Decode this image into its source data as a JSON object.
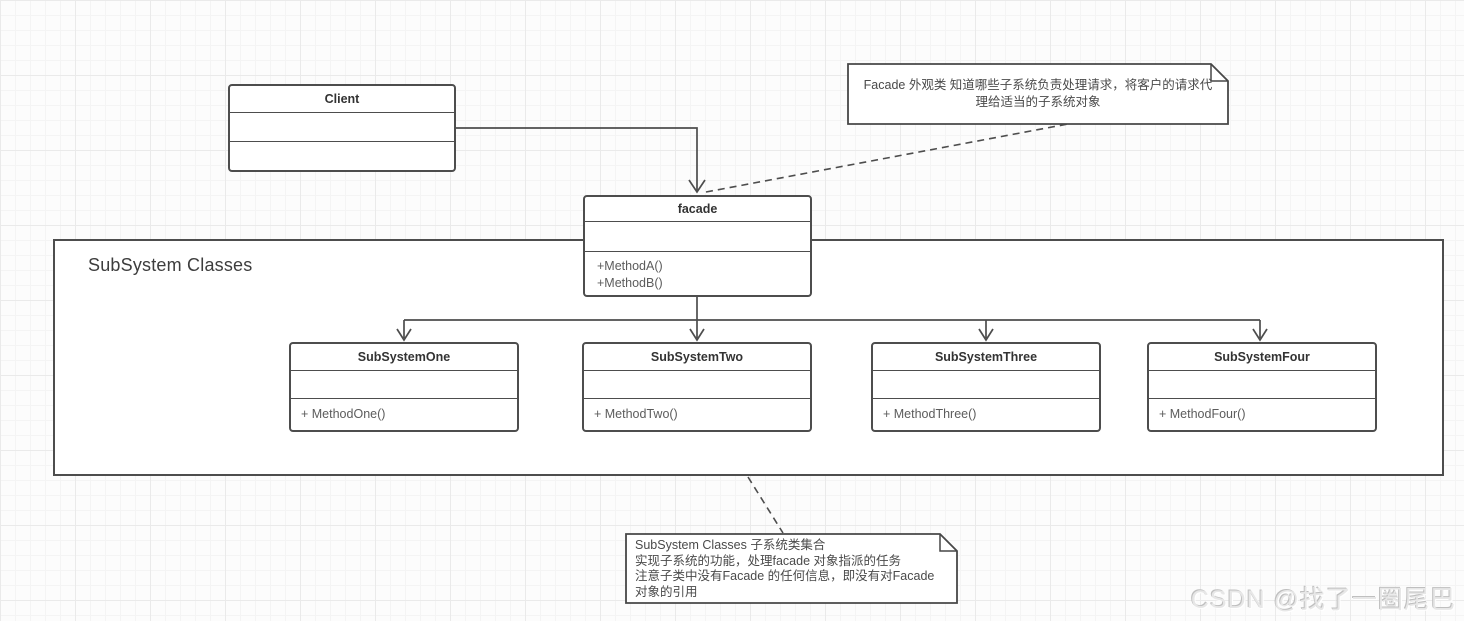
{
  "container": {
    "label": "SubSystem Classes"
  },
  "classes": [
    {
      "name": "Client",
      "methods": ""
    },
    {
      "name": "facade",
      "methods": "+MethodA()\n+MethodB()"
    },
    {
      "name": "SubSystemOne",
      "methods": "+ MethodOne()"
    },
    {
      "name": "SubSystemTwo",
      "methods": "+ MethodTwo()"
    },
    {
      "name": "SubSystemThree",
      "methods": "+ MethodThree()"
    },
    {
      "name": "SubSystemFour",
      "methods": "+ MethodFour()"
    }
  ],
  "notes": [
    {
      "text": "Facade 外观类 知道哪些子系统负责处理请求，将客户的请求代理给适当的子系统对象"
    },
    {
      "text": "SubSystem Classes 子系统类集合\n实现子系统的功能，处理facade 对象指派的任务\n注意子类中没有Facade 的任何信息，即没有对Facade\n对象的引用"
    }
  ],
  "watermark": "CSDN @找了一圈尾巴",
  "colors": {
    "box_border": "#4d4d4d",
    "title_text": "#333333",
    "method_text": "#5c5c5c",
    "connector": "#4d4d4d",
    "note_border": "#474747",
    "watermark": "#e7e7e7"
  }
}
